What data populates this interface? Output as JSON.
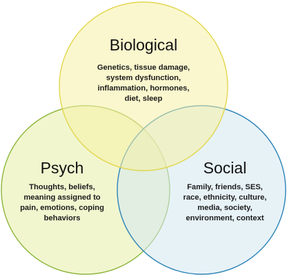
{
  "colors": {
    "biological_fill": "#f6f0a6",
    "biological_stroke": "#e2d64e",
    "psych_fill": "#e6eea8",
    "psych_stroke": "#8db53c",
    "social_fill": "#d4e8f0",
    "social_stroke": "#2b82b7"
  },
  "circles": [
    {
      "id": "biological",
      "title": "Biological",
      "description": "Genetics, tissue damage,\nsystem dysfunction,\ninflammation, hormones,\ndiet, sleep"
    },
    {
      "id": "psych",
      "title": "Psych",
      "description": "Thoughts, beliefs,\nmeaning assigned to\npain, emotions, coping\nbehaviors"
    },
    {
      "id": "social",
      "title": "Social",
      "description": "Family, friends, SES,\nrace, ethnicity, culture,\nmedia, society,\nenvironment, context"
    }
  ]
}
